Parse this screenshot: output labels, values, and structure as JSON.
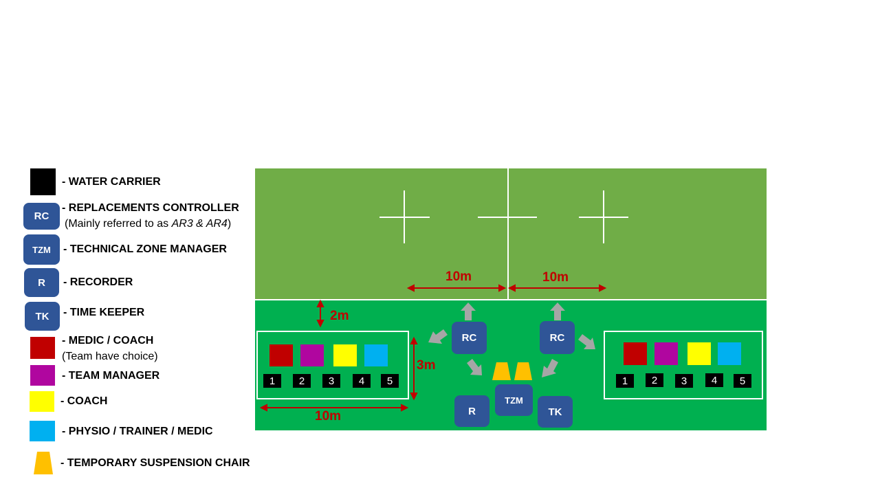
{
  "legend": {
    "water_carrier": "- WATER CARRIER",
    "rc_abbr": "RC",
    "replacements_controller": "- REPLACEMENTS CONTROLLER",
    "rc_note_prefix": "(Mainly referred to as ",
    "rc_note_italic": "AR3 & AR4",
    "rc_note_suffix": ")",
    "tzm_abbr": "TZM",
    "technical_zone_manager": "- TECHNICAL ZONE MANAGER",
    "r_abbr": "R",
    "recorder": "- RECORDER",
    "tk_abbr": "TK",
    "time_keeper": "- TIME KEEPER",
    "medic_coach": "- MEDIC / COACH",
    "medic_coach_note": "(Team have choice)",
    "team_manager": "- TEAM MANAGER",
    "coach": "- COACH",
    "physio": "- PHYSIO / TRAINER / MEDIC",
    "temp_chair": "- TEMPORARY SUSPENSION CHAIR"
  },
  "field": {
    "dim_10m_left": "10m",
    "dim_10m_right": "10m",
    "dim_2m": "2m",
    "dim_3m": "3m",
    "dim_10m_bottom": "10m",
    "officials": {
      "rc_left": "RC",
      "rc_right": "RC",
      "tzm": "TZM",
      "r": "R",
      "tk": "TK"
    },
    "left_zone_numbers": [
      "1",
      "2",
      "3",
      "4",
      "5"
    ],
    "right_zone_numbers": [
      "1",
      "2",
      "3",
      "4",
      "5"
    ]
  },
  "colors": {
    "official_blue": "#2f5597",
    "medic_red": "#c00000",
    "manager_magenta": "#b0069f",
    "coach_yellow": "#ffff00",
    "physio_cyan": "#00b0f0",
    "chair_orange": "#ffc000",
    "field_upper": "#70ad47",
    "field_lower": "#00b050",
    "dimension_red": "#c00000"
  }
}
